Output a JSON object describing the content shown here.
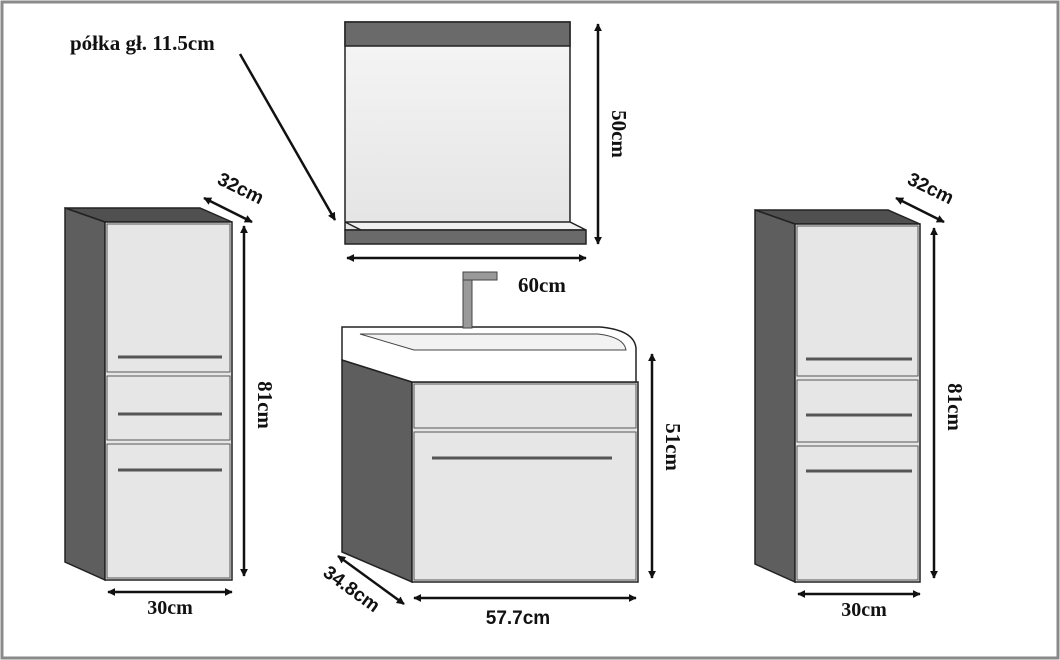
{
  "labels": {
    "shelf_depth": "półka gł. 11.5cm",
    "mirror_height": "50cm",
    "mirror_width": "60cm",
    "left_cabinet_depth": "32cm",
    "left_cabinet_height": "81cm",
    "left_cabinet_width": "30cm",
    "vanity_height": "51cm",
    "vanity_depth": "34.8cm",
    "vanity_width": "57.7cm",
    "right_cabinet_depth": "32cm",
    "right_cabinet_height": "81cm",
    "right_cabinet_width": "30cm"
  },
  "colors": {
    "outline": "#222222",
    "side_dark": "#5e5e5e",
    "top_dark": "#505050",
    "front_light": "#e6e6e6",
    "mirror_band": "#6a6a6a",
    "frame": "#8a8a8a"
  }
}
